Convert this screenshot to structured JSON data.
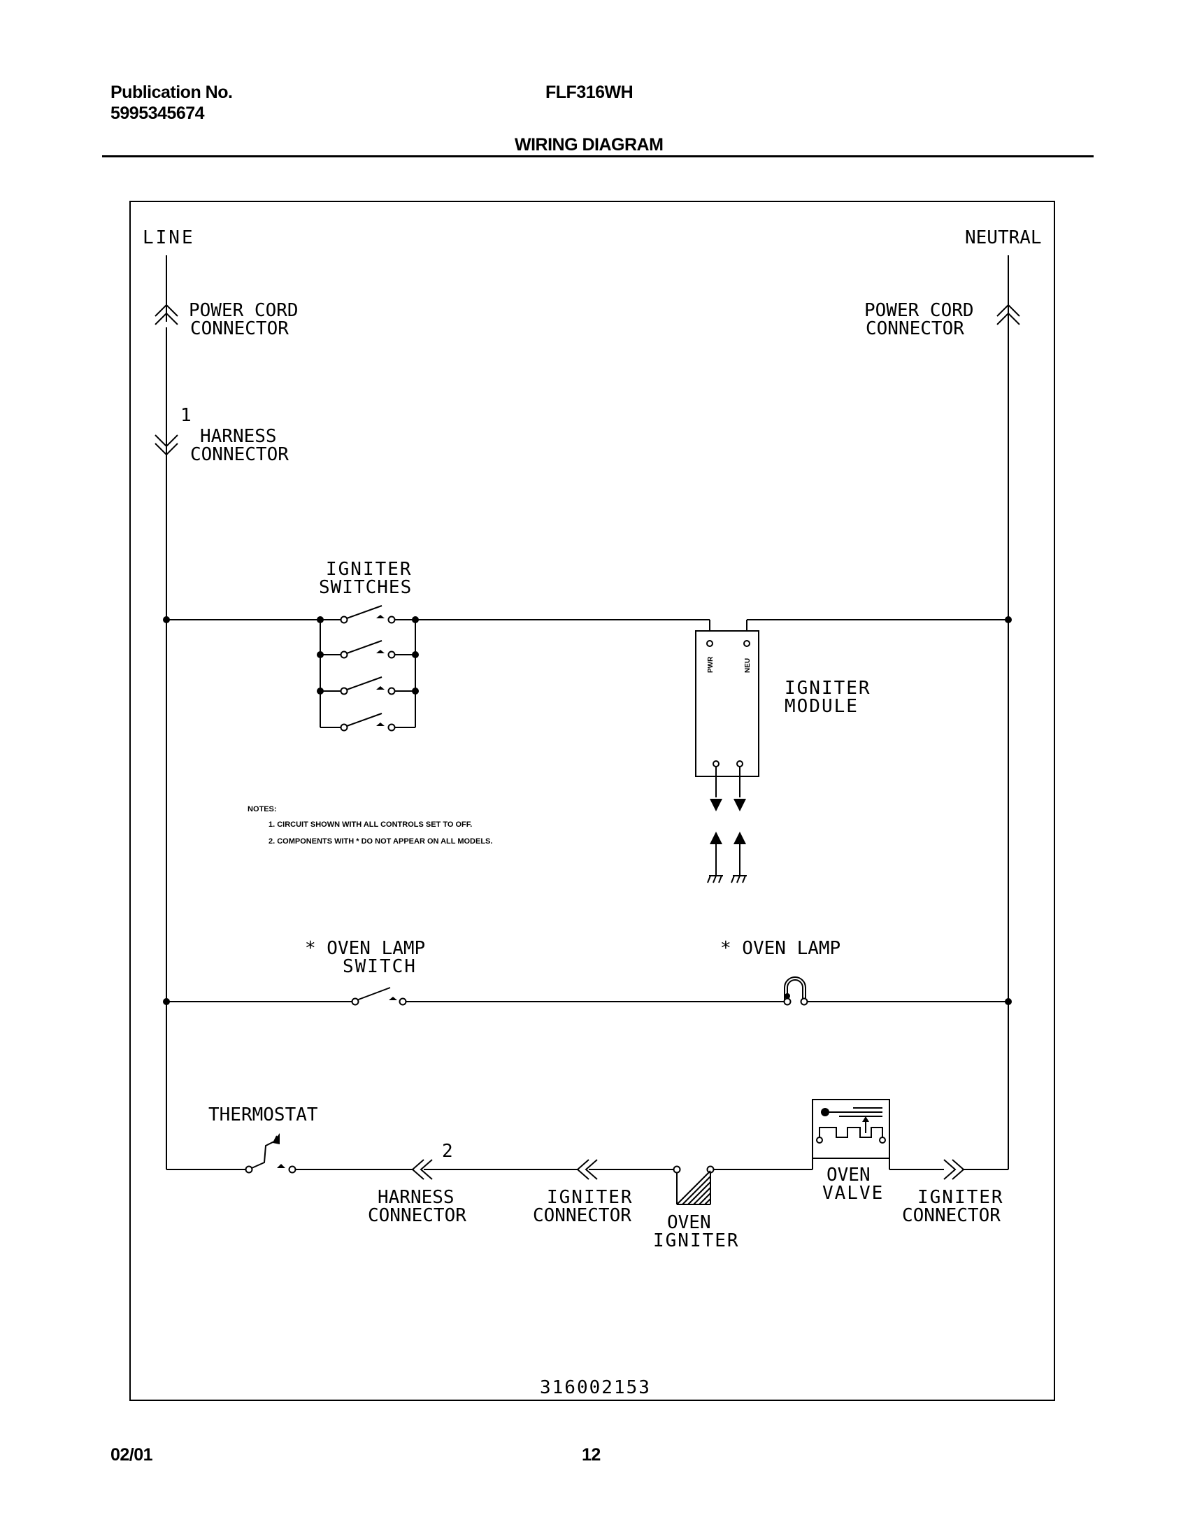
{
  "header": {
    "publication_label": "Publication No.",
    "publication_number": "5995345674",
    "model": "FLF316WH",
    "section_title": "WIRING DIAGRAM"
  },
  "footer": {
    "date": "02/01",
    "page": "12"
  },
  "diagram": {
    "line_label": "LINE",
    "neutral_label": "NEUTRAL",
    "power_cord_left": [
      "POWER CORD",
      "CONNECTOR"
    ],
    "power_cord_right": [
      "POWER CORD",
      "CONNECTOR"
    ],
    "harness_pin_1": "1",
    "harness_left": [
      "HARNESS",
      "CONNECTOR"
    ],
    "igniter_switches": [
      "IGNITER",
      "SWITCHES"
    ],
    "igniter_module": [
      "IGNITER",
      "MODULE"
    ],
    "module_pin_pwr": "PWR",
    "module_pin_neu": "NEU",
    "notes_title": "NOTES:",
    "note_1": "1. CIRCUIT SHOWN WITH ALL CONTROLS SET TO OFF.",
    "note_2": "2. COMPONENTS WITH * DO NOT APPEAR ON ALL MODELS.",
    "oven_lamp_switch": [
      "* OVEN LAMP",
      "SWITCH"
    ],
    "oven_lamp": "* OVEN LAMP",
    "thermostat": "THERMOSTAT",
    "harness_pin_2": "2",
    "harness_bottom": [
      "HARNESS",
      "CONNECTOR"
    ],
    "igniter_connector_1": [
      "IGNITER",
      "CONNECTOR"
    ],
    "oven_igniter": [
      "OVEN",
      "IGNITER"
    ],
    "oven_valve": [
      "OVEN",
      "VALVE"
    ],
    "igniter_connector_2": [
      "IGNITER",
      "CONNECTOR"
    ],
    "drawing_number": "316002153"
  }
}
